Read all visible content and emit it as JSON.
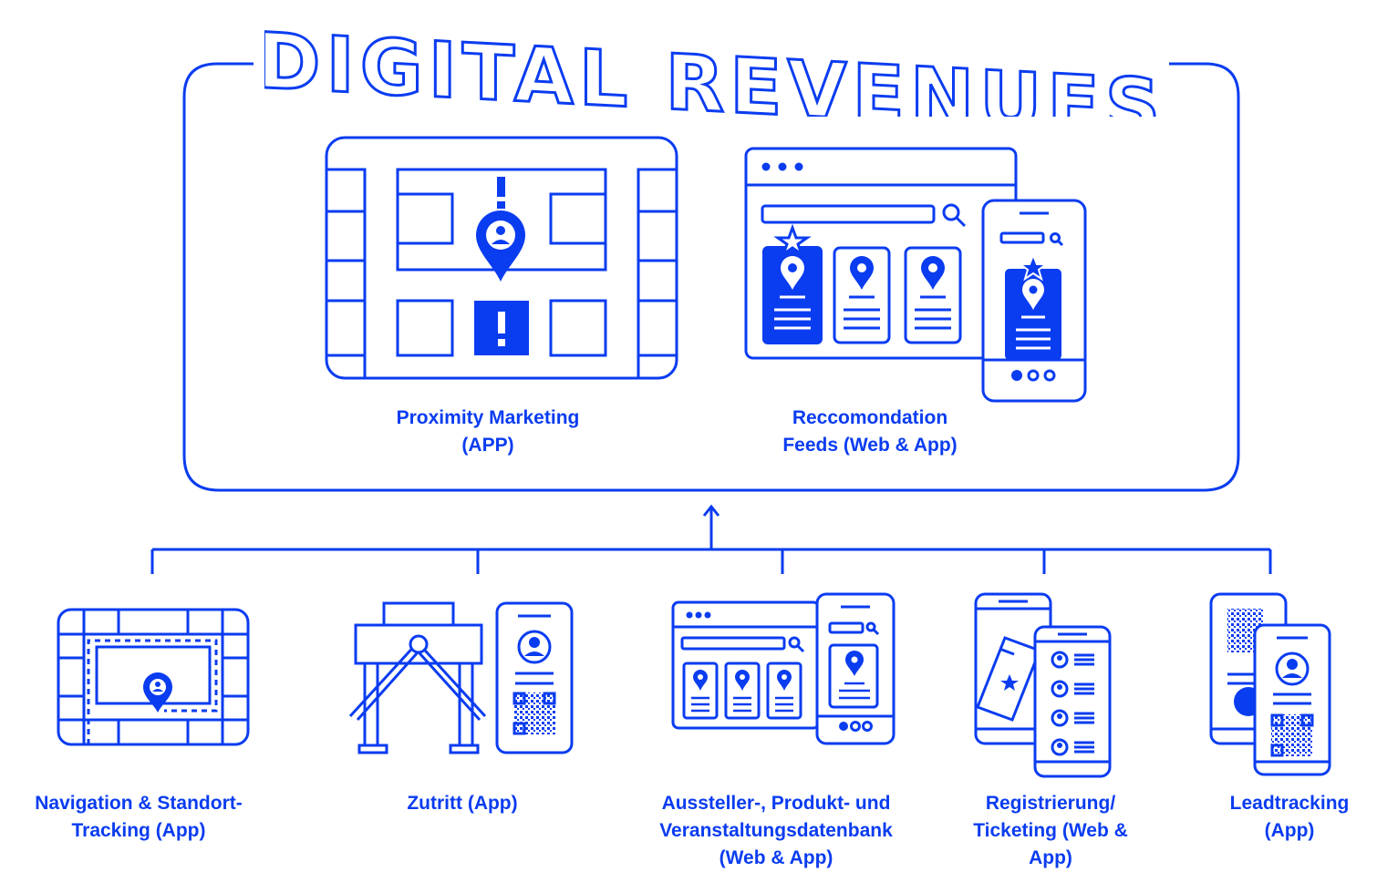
{
  "title": "DIGITAL REVENUES",
  "colors": {
    "primary": "#0a3cf0",
    "background": "#ffffff"
  },
  "top": {
    "items": [
      {
        "lines": [
          "Proximity Marketing",
          "(APP)"
        ],
        "icon": "map-pin-alert-icon"
      },
      {
        "lines": [
          "Reccomondation",
          "Feeds (Web & App)"
        ],
        "icon": "browser-phone-feed-icon"
      }
    ]
  },
  "bottom": {
    "items": [
      {
        "lines": [
          "Navigation & Standort-",
          "Tracking (App)"
        ],
        "icon": "navigation-map-icon"
      },
      {
        "lines": [
          "Zutritt (App)"
        ],
        "icon": "turnstile-qr-icon"
      },
      {
        "lines": [
          "Aussteller-, Produkt- und",
          "Veranstaltungsdatenbank",
          "(Web & App)"
        ],
        "icon": "database-browser-icon"
      },
      {
        "lines": [
          "Registrierung/",
          "Ticketing (Web &",
          "App)"
        ],
        "icon": "ticket-phone-icon"
      },
      {
        "lines": [
          "Leadtracking",
          "(App)"
        ],
        "icon": "lead-scan-phones-icon"
      }
    ]
  }
}
